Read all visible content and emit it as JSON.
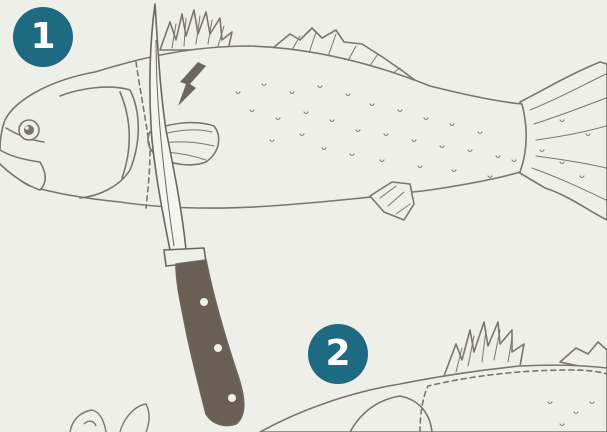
{
  "steps": [
    {
      "number": "1"
    },
    {
      "number": "2"
    }
  ],
  "colors": {
    "background": "#efefea",
    "badge": "#1d6a82",
    "badge_text": "#ffffff",
    "line_art": "#7b7570",
    "knife_handle": "#6a5f55",
    "arrow": "#6b6661"
  },
  "icons": {
    "fish_top": "fish-illustration",
    "fish_bottom": "fish-illustration",
    "knife": "fillet-knife-icon",
    "arrow": "arrow-down-left-icon",
    "cut_line": "dashed-cut-line"
  }
}
